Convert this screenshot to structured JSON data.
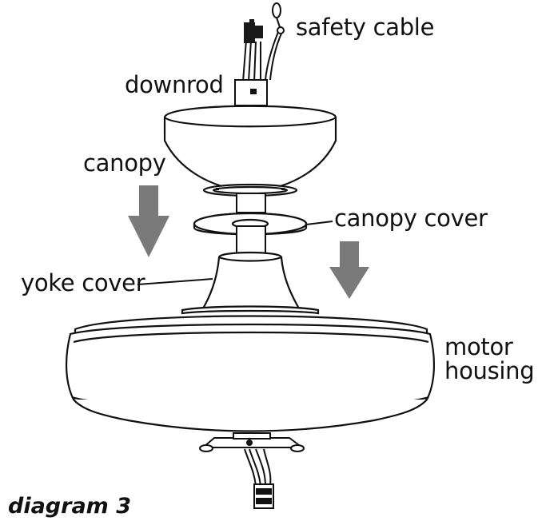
{
  "labels": {
    "safety_cable": "safety cable",
    "downrod": "downrod",
    "canopy": "canopy",
    "canopy_cover": "canopy cover",
    "yoke_cover": "yoke cover",
    "motor_housing_line1": "motor",
    "motor_housing_line2": "housing"
  },
  "caption": "diagram 3",
  "colors": {
    "line": "#111111",
    "arrow": "#7a7a7a",
    "fill": "#ffffff",
    "shade": "#f4f4f4"
  }
}
